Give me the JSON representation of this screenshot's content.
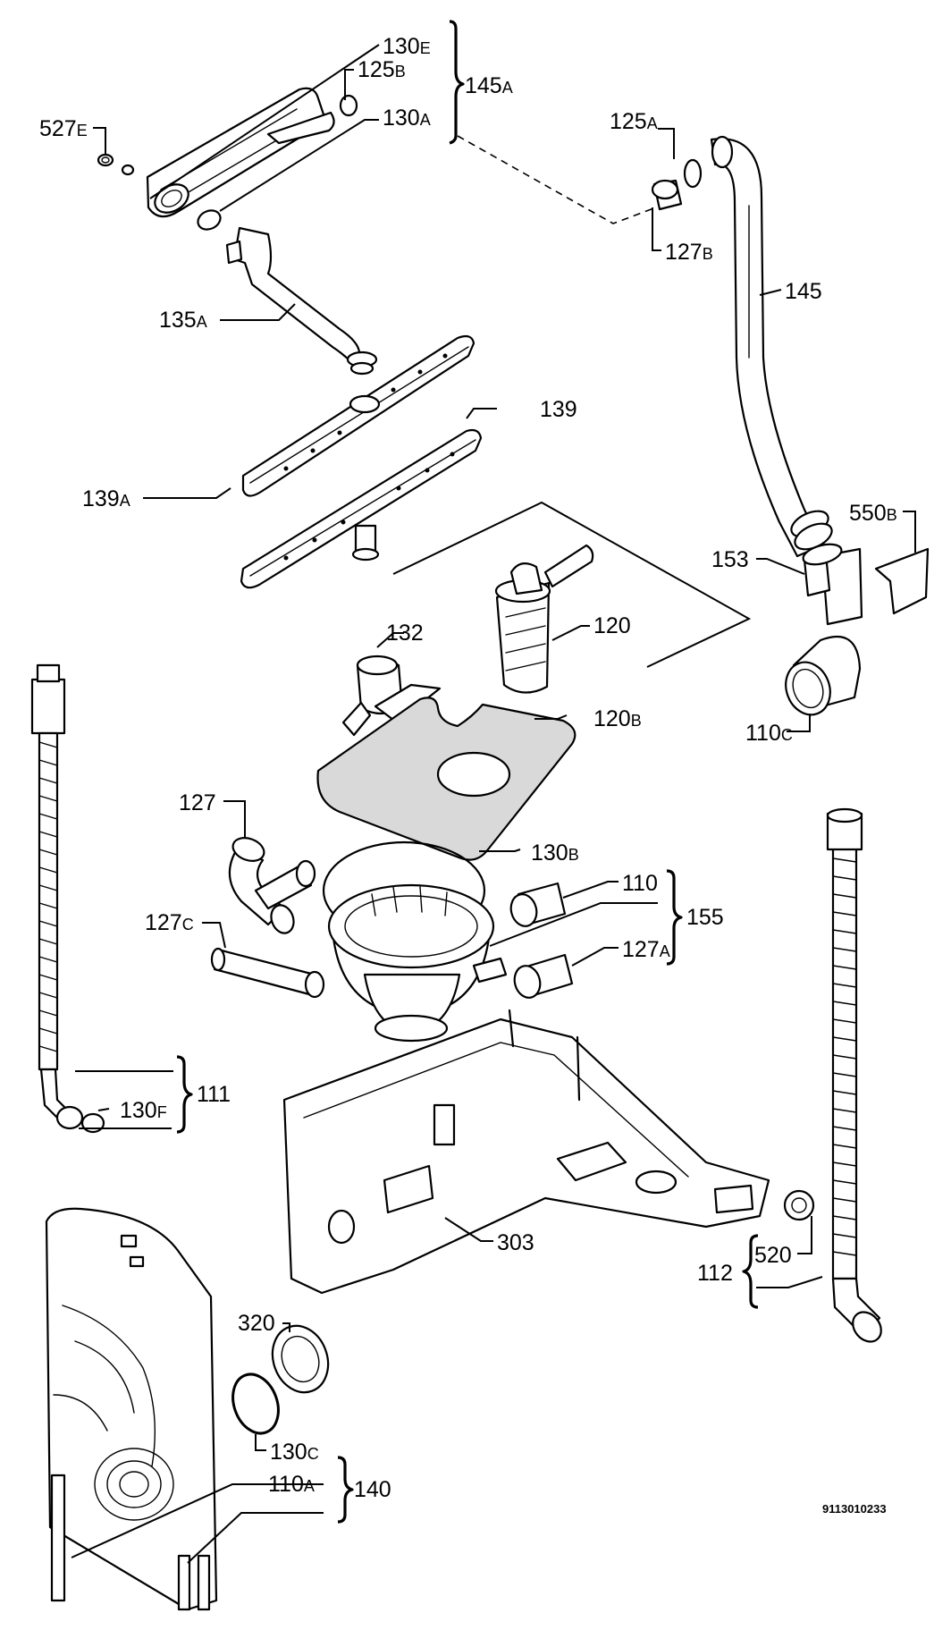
{
  "diagram": {
    "document_number": "9113010233",
    "labels": {
      "p130E": {
        "main": "130",
        "suffix": "E"
      },
      "p125B": {
        "main": "125",
        "suffix": "B"
      },
      "p145A": {
        "main": "145",
        "suffix": "A"
      },
      "p527E": {
        "main": "527",
        "suffix": "E"
      },
      "p130A": {
        "main": "130",
        "suffix": "A"
      },
      "p125A": {
        "main": "125",
        "suffix": "A"
      },
      "p127B": {
        "main": "127",
        "suffix": "B"
      },
      "p145": {
        "main": "145",
        "suffix": ""
      },
      "p135A": {
        "main": "135",
        "suffix": "A"
      },
      "p139": {
        "main": "139",
        "suffix": ""
      },
      "p139A": {
        "main": "139",
        "suffix": "A"
      },
      "p550B": {
        "main": "550",
        "suffix": "B"
      },
      "p153": {
        "main": "153",
        "suffix": ""
      },
      "p120": {
        "main": "120",
        "suffix": ""
      },
      "p132": {
        "main": "132",
        "suffix": ""
      },
      "p110C": {
        "main": "110",
        "suffix": "C"
      },
      "p120B": {
        "main": "120",
        "suffix": "B"
      },
      "p127": {
        "main": "127",
        "suffix": ""
      },
      "p130B": {
        "main": "130",
        "suffix": "B"
      },
      "p110": {
        "main": "110",
        "suffix": ""
      },
      "p155": {
        "main": "155",
        "suffix": ""
      },
      "p127C": {
        "main": "127",
        "suffix": "C"
      },
      "p127A": {
        "main": "127",
        "suffix": "A"
      },
      "p111": {
        "main": "111",
        "suffix": ""
      },
      "p130F": {
        "main": "130",
        "suffix": "F"
      },
      "p303": {
        "main": "303",
        "suffix": ""
      },
      "p520": {
        "main": "520",
        "suffix": ""
      },
      "p112": {
        "main": "112",
        "suffix": ""
      },
      "p320": {
        "main": "320",
        "suffix": ""
      },
      "p130C": {
        "main": "130",
        "suffix": "C"
      },
      "p110A": {
        "main": "110",
        "suffix": "A"
      },
      "p140": {
        "main": "140",
        "suffix": ""
      }
    }
  }
}
